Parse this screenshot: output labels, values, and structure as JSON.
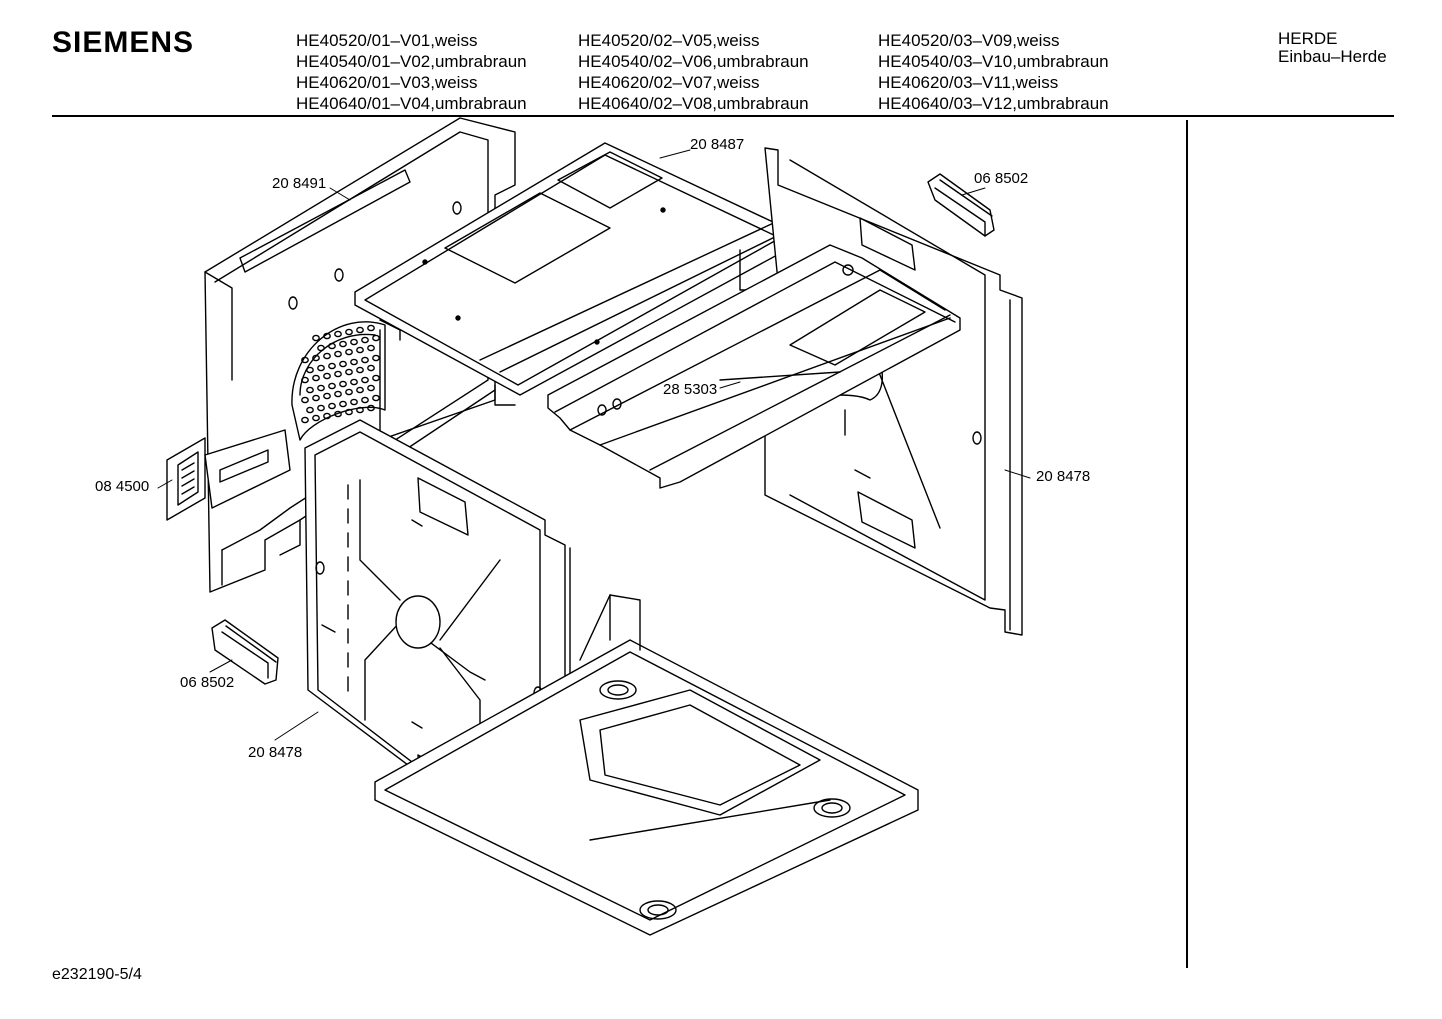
{
  "header": {
    "brand": "SIEMENS",
    "models": [
      [
        "HE40520/01–V01,weiss",
        "HE40540/01–V02,umbrabraun",
        "HE40620/01–V03,weiss",
        "HE40640/01–V04,umbrabraun"
      ],
      [
        "HE40520/02–V05,weiss",
        "HE40540/02–V06,umbrabraun",
        "HE40620/02–V07,weiss",
        "HE40640/02–V08,umbrabraun"
      ],
      [
        "HE40520/03–V09,weiss",
        "HE40540/03–V10,umbrabraun",
        "HE40620/03–V11,weiss",
        "HE40640/03–V12,umbrabraun"
      ]
    ],
    "category": "HERDE",
    "subcategory": "Einbau–Herde"
  },
  "parts": {
    "p208491": "20 8491",
    "p208487": "20 8487",
    "p068502_top": "06 8502",
    "p285303": "28 5303",
    "p208478_right": "20 8478",
    "p084500": "08 4500",
    "p068502_left": "06 8502",
    "p208478_left": "20 8478"
  },
  "footer": {
    "drawing_id": "e232190-5/4"
  }
}
